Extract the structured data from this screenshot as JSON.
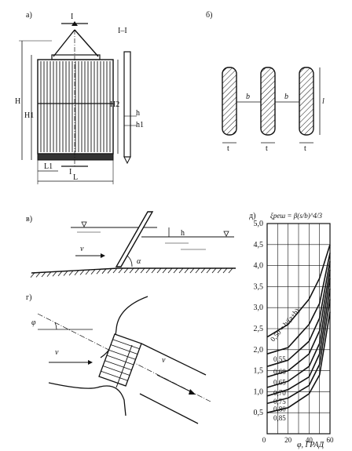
{
  "panel_a": {
    "label": "а)",
    "section_mark": "I",
    "section_title": "I–I",
    "dim_H": "H",
    "dim_H1": "H1",
    "dim_H2": "H2",
    "dim_h": "h",
    "dim_h1": "h1",
    "dim_L1": "L1",
    "dim_L": "L"
  },
  "panel_b": {
    "label": "б)",
    "dim_b": "b",
    "dim_t": "t",
    "dim_l": "l"
  },
  "panel_v": {
    "label": "в)",
    "flow": "v",
    "depth": "h",
    "angle": "α"
  },
  "panel_g": {
    "label": "г)",
    "angle": "φ",
    "flow_in": "v",
    "flow_out": "v"
  },
  "chart_data": {
    "type": "line",
    "panel_label": "д)",
    "title": "ξреш = β(s/b)^4/3",
    "xlabel": "φ, ГРАД",
    "xlim": [
      0,
      60
    ],
    "ylim": [
      0,
      5.0
    ],
    "xticks": [
      "0",
      "20",
      "40",
      "60"
    ],
    "yticks": [
      "0,5",
      "1,0",
      "1,5",
      "2,0",
      "2,5",
      "3,0",
      "3,5",
      "4,0",
      "4,5",
      "5,0"
    ],
    "grid": true,
    "series": [
      {
        "name": "0,50 = b/(a+b)",
        "x": [
          0,
          20,
          40,
          50,
          60
        ],
        "y": [
          2.3,
          2.6,
          3.2,
          3.7,
          4.5
        ]
      },
      {
        "name": "0,55",
        "x": [
          0,
          20,
          40,
          50,
          60
        ],
        "y": [
          1.9,
          2.05,
          2.6,
          3.1,
          4.3
        ]
      },
      {
        "name": "0,60",
        "x": [
          0,
          20,
          40,
          50,
          60
        ],
        "y": [
          1.6,
          1.75,
          2.2,
          2.75,
          4.1
        ]
      },
      {
        "name": "0,65",
        "x": [
          0,
          20,
          40,
          50,
          60
        ],
        "y": [
          1.35,
          1.5,
          1.9,
          2.45,
          3.9
        ]
      },
      {
        "name": "0,70",
        "x": [
          0,
          20,
          40,
          50,
          60
        ],
        "y": [
          1.1,
          1.25,
          1.6,
          2.15,
          3.7
        ]
      },
      {
        "name": "0,75",
        "x": [
          0,
          20,
          40,
          50,
          60
        ],
        "y": [
          0.9,
          1.05,
          1.35,
          1.9,
          3.45
        ]
      },
      {
        "name": "0,80",
        "x": [
          0,
          20,
          40,
          50,
          60
        ],
        "y": [
          0.72,
          0.85,
          1.15,
          1.65,
          3.2
        ]
      },
      {
        "name": "0,85",
        "x": [
          0,
          20,
          40,
          50,
          60
        ],
        "y": [
          0.5,
          0.62,
          0.95,
          1.4,
          2.9
        ]
      }
    ]
  }
}
